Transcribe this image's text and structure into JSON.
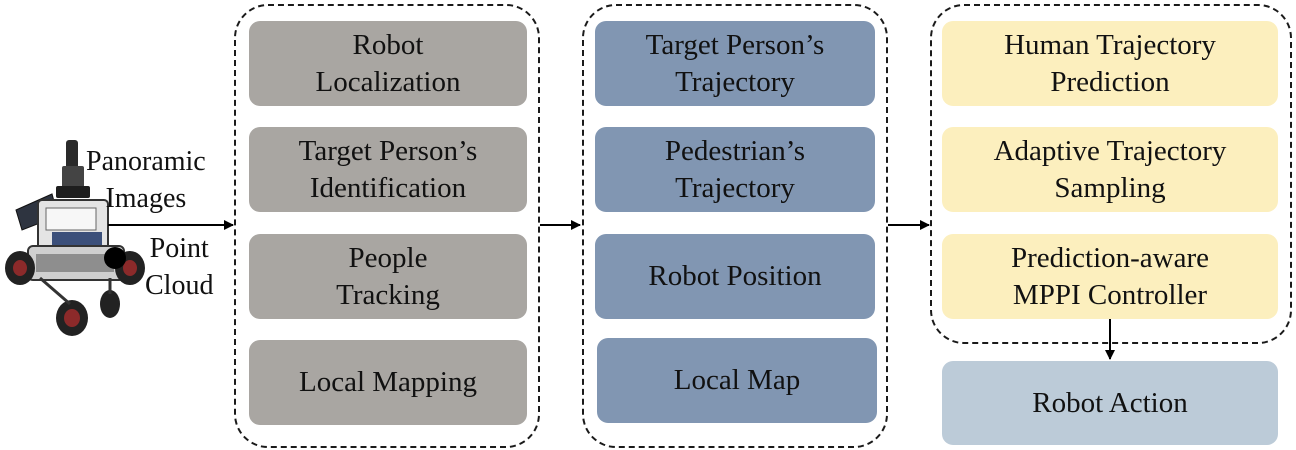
{
  "robot_inputs": {
    "panoramic_images": "Panoramic\nImages",
    "point_cloud": "Point\nCloud"
  },
  "perception": {
    "robot_localization": "Robot\nLocalization",
    "target_identification": "Target Person’s\nIdentification",
    "people_tracking": "People\nTracking",
    "local_mapping": "Local Mapping"
  },
  "state": {
    "target_trajectory": "Target Person’s\nTrajectory",
    "pedestrian_trajectory": "Pedestrian’s\nTrajectory",
    "robot_position": "Robot Position",
    "local_map": "Local Map"
  },
  "planning": {
    "human_prediction": "Human Trajectory\nPrediction",
    "adaptive_sampling": "Adaptive Trajectory\nSampling",
    "mppi_controller": "Prediction-aware\nMPPI Controller"
  },
  "output": {
    "robot_action": "Robot Action"
  },
  "colors": {
    "perception": "#a9a6a2",
    "state": "#8196b2",
    "planning": "#fcefbe",
    "action": "#bccbd8"
  }
}
